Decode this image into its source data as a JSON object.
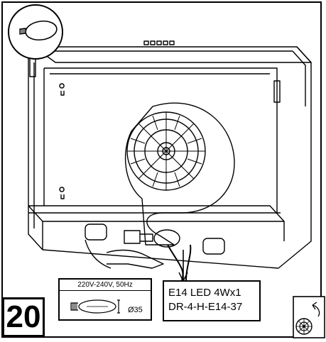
{
  "step": {
    "number": "20"
  },
  "bulb_spec": {
    "voltage": "220V-240V, 50Hz",
    "diameter": "Ø35"
  },
  "bulb_label": {
    "line1": "E14 LED 4Wx1",
    "line2": "DR-4-H-E14-37"
  },
  "icons": {
    "top_left": "bulb-icon",
    "bottom_right": "fan-icon"
  },
  "colors": {
    "line": "#000000",
    "background": "#ffffff"
  }
}
